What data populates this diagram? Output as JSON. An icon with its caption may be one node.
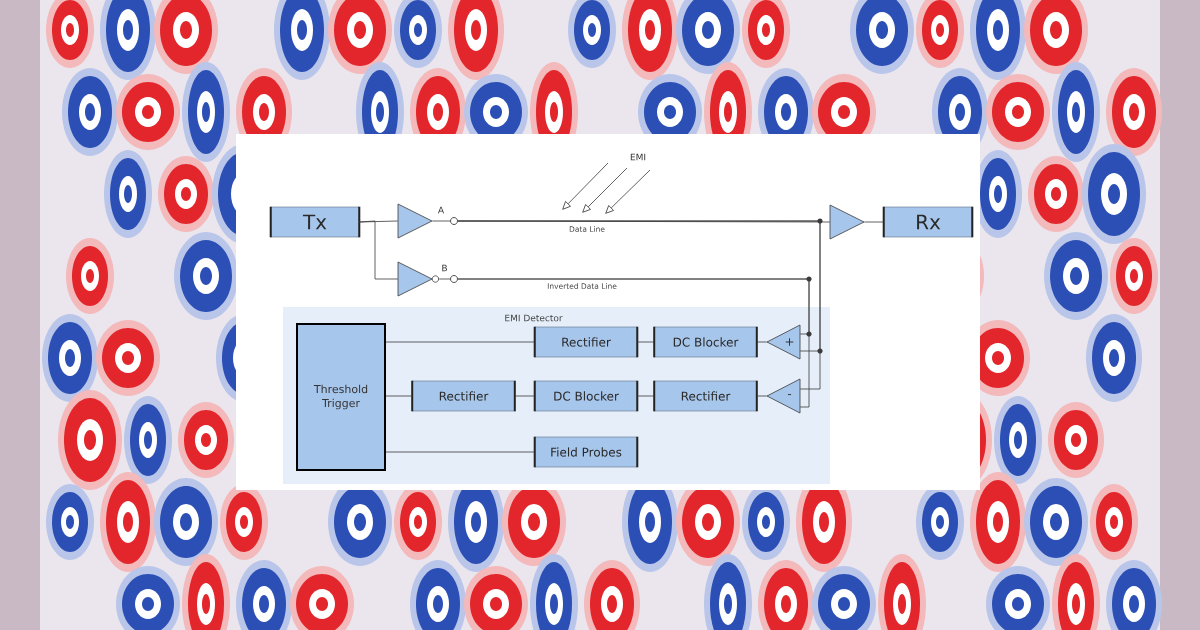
{
  "diagram": {
    "nodes": [
      {
        "text": [
          "Tx"
        ]
      },
      {
        "text": [],
        "shape": "triangle",
        "beside": [
          "A"
        ]
      },
      {
        "text": [],
        "shape": "circle"
      },
      {
        "text": [],
        "shape": "triangle"
      },
      {
        "text": [
          "Rx"
        ]
      },
      {
        "text": [],
        "shape": "triangle",
        "beside": [
          "B"
        ]
      },
      {
        "text": [],
        "shape": "circle"
      },
      {
        "text": [
          "EMI Detector"
        ]
      },
      {
        "text": [
          "Threshold Trigger"
        ],
        "in": 7
      },
      {
        "text": [
          "Rectifier"
        ],
        "in": 7
      },
      {
        "text": [
          "DC Blocker"
        ],
        "in": 7
      },
      {
        "text": [
          "+"
        ],
        "in": 7
      },
      {
        "text": [
          "Rectifier"
        ],
        "in": 7
      },
      {
        "text": [
          "DC Blocker"
        ],
        "in": 7
      },
      {
        "text": [
          "Rectifier"
        ],
        "in": 7
      },
      {
        "text": [
          "-"
        ],
        "in": 7
      },
      {
        "text": [
          "Field Probes"
        ],
        "in": 7
      }
    ],
    "edges": [
      {
        "from": 0,
        "to": 1,
        "arrow": "none"
      },
      {
        "from": 0,
        "to": 5,
        "arrow": "none"
      },
      {
        "from": 1,
        "to": 2,
        "arrow": "none"
      },
      {
        "from": 2,
        "to": 3,
        "arrow": "none",
        "label": "Data Line"
      },
      {
        "from": 3,
        "to": 4,
        "arrow": "none"
      },
      {
        "from": 5,
        "to": 6,
        "arrow": "none"
      },
      {
        "from": 2,
        "to": 11,
        "arrow": "none"
      },
      {
        "from": 2,
        "to": 15,
        "arrow": "none"
      },
      {
        "from": 6,
        "to": 11,
        "arrow": "none",
        "label": "Inverted Data Line"
      },
      {
        "from": 6,
        "to": 15,
        "arrow": "none"
      },
      {
        "from": 11,
        "to": 10,
        "arrow": "none"
      },
      {
        "from": 10,
        "to": 9,
        "arrow": "none"
      },
      {
        "from": 9,
        "to": 8,
        "arrow": "none"
      },
      {
        "from": 15,
        "to": 14,
        "arrow": "none"
      },
      {
        "from": 14,
        "to": 13,
        "arrow": "none"
      },
      {
        "from": 13,
        "to": 12,
        "arrow": "none"
      },
      {
        "from": 12,
        "to": 8,
        "arrow": "none"
      },
      {
        "from": 16,
        "to": 8,
        "arrow": "none"
      }
    ],
    "labels": [
      "EMI"
    ]
  }
}
